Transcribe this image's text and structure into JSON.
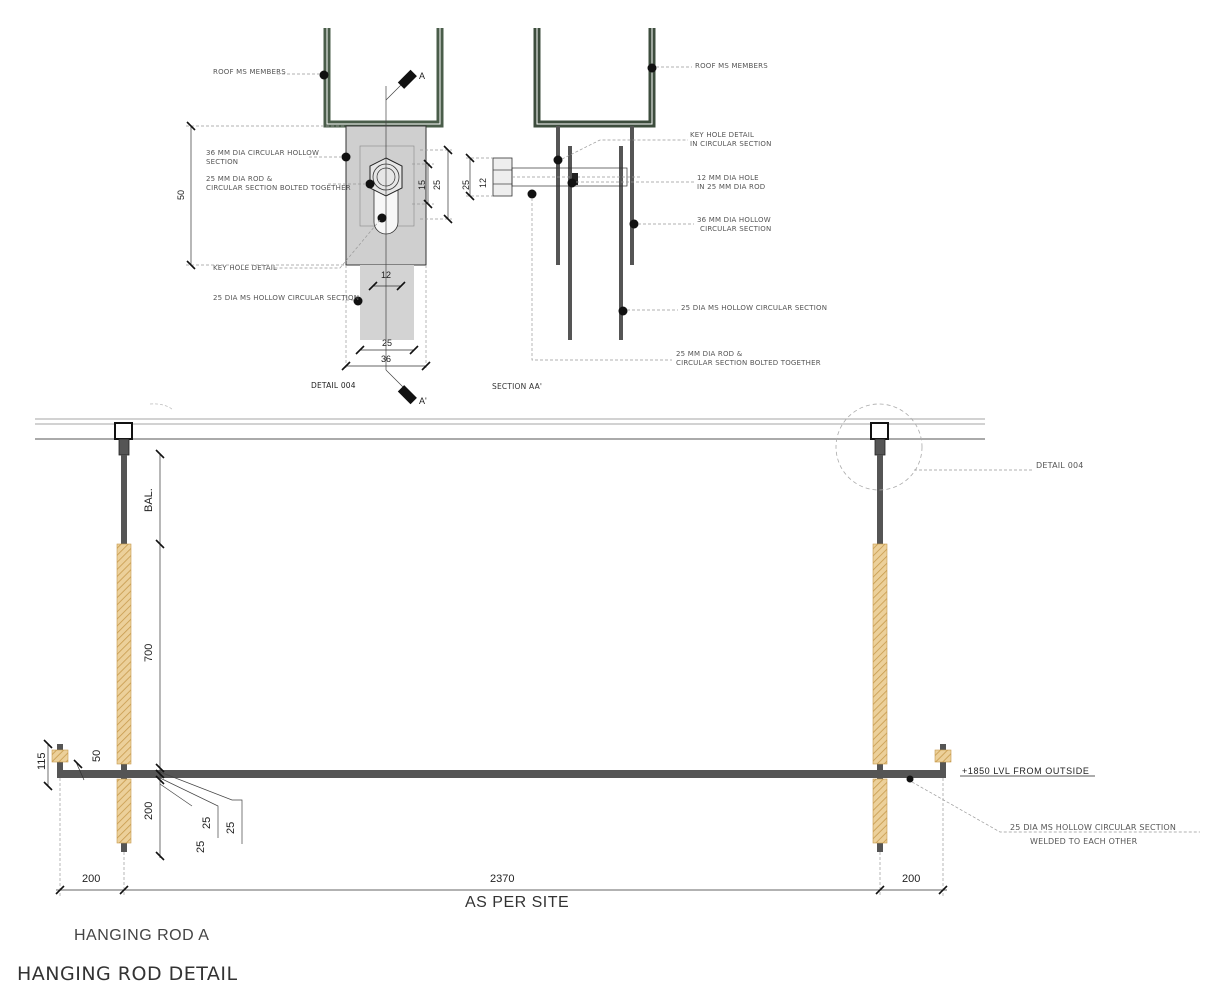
{
  "detail_004": {
    "title": "DETAIL 004",
    "labels": {
      "roof_ms_members": "ROOF MS MEMBERS",
      "hollow_section_1": "36 MM DIA CIRCULAR HOLLOW",
      "hollow_section_2": "SECTION",
      "rod_bolted_1": "25 MM DIA ROD &",
      "rod_bolted_2": "CIRCULAR SECTION BOLTED TOGETHER",
      "key_hole_detail": "KEY HOLE DETAIL",
      "hollow_25": "25 DIA MS HOLLOW CIRCULAR SECTION"
    },
    "dims": {
      "d50": "50",
      "d15": "15",
      "d25": "25",
      "d12": "12",
      "d25b": "25",
      "d36": "36"
    },
    "section_mark_a": "A",
    "section_mark_a2": "A'"
  },
  "section_aa": {
    "title": "SECTION AA'",
    "labels": {
      "roof_ms_members": "ROOF MS MEMBERS",
      "key_hole_1": "KEY HOLE DETAIL",
      "key_hole_2": "IN CIRCULAR SECTION",
      "hole_1": "12 MM DIA HOLE",
      "hole_2": "IN 25 MM DIA ROD",
      "hollow36_1": "36 MM DIA HOLLOW",
      "hollow36_2": "CIRCULAR  SECTION",
      "hollow25": "25 DIA MS HOLLOW CIRCULAR SECTION",
      "rod_bolted_1": "25 MM DIA ROD &",
      "rod_bolted_2": "CIRCULAR SECTION BOLTED TOGETHER"
    },
    "dims": {
      "d12": "12",
      "d25": "25"
    }
  },
  "elevation": {
    "detail_callout": "DETAIL 004",
    "level_label": "+1850 LVL FROM OUTSIDE",
    "weld_note_1": "25 DIA MS HOLLOW CIRCULAR SECTION",
    "weld_note_2": "WELDED TO EACH OTHER",
    "dims": {
      "bal": "BAL.",
      "d700": "700",
      "d200v": "200",
      "d115": "115",
      "d50": "50",
      "d25a": "25",
      "d25b": "25",
      "d25c": "25",
      "d200_left": "200",
      "d2370": "2370",
      "d200_right": "200"
    },
    "as_per_site": "AS PER SITE"
  },
  "captions": {
    "subtitle": "HANGING ROD A",
    "title": "HANGING ROD DETAIL"
  },
  "colors": {
    "roof_member": "#4a5d4a",
    "rod": "#555555",
    "grip_fill": "#e9c98d",
    "grip_hatch": "#c79a4c",
    "plate": "#cfcfcf"
  }
}
